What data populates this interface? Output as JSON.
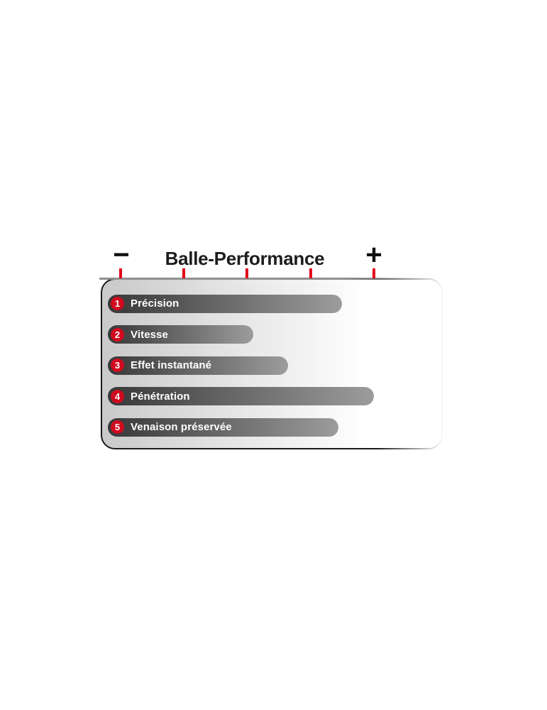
{
  "chart_data": {
    "type": "bar",
    "orientation": "horizontal",
    "title": "Balle-Performance",
    "axis": {
      "min_label": "−",
      "max_label": "+",
      "range": [
        0,
        4
      ],
      "tick_count": 5,
      "tick_labels": []
    },
    "categories": [
      "Précision",
      "Vitesse",
      "Effet instantané",
      "Pénétration",
      "Venaison préservée"
    ],
    "markers": [
      "1",
      "2",
      "3",
      "4",
      "5"
    ],
    "values": [
      3.5,
      2.1,
      2.65,
      4.0,
      3.45
    ],
    "legend": false,
    "grid": false,
    "colors": {
      "tick": "#e3001b",
      "badge": "#d10a1e",
      "bar_gradient_start": "#383838",
      "bar_gradient_end": "#9c9c9c",
      "panel_border": "#1a1a1a",
      "title": "#1d1d1b"
    }
  }
}
